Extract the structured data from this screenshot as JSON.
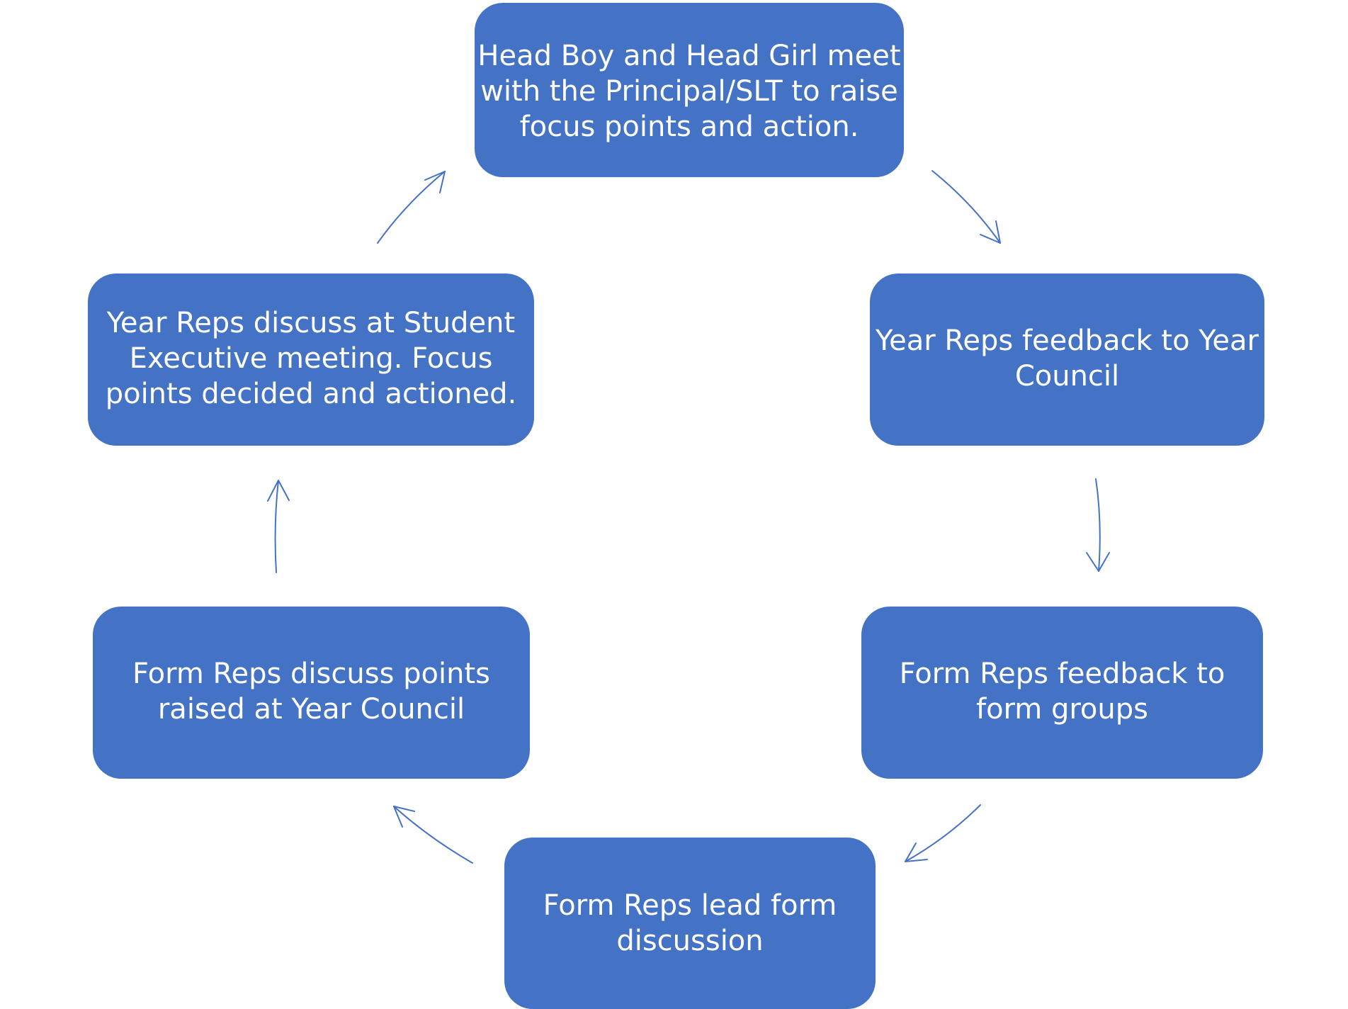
{
  "nodes": {
    "top": [
      "Head Boy and Head Girl meet",
      "with the Principal/SLT to raise",
      "focus points and action."
    ],
    "right_upper": [
      "Year Reps feedback to Year",
      "Council"
    ],
    "right_lower": [
      "Form Reps feedback to",
      "form groups"
    ],
    "bottom": [
      "Form Reps lead form",
      "discussion"
    ],
    "left_lower": [
      "Form Reps discuss points",
      "raised at Year Council"
    ],
    "left_upper": [
      "Year Reps discuss at Student",
      "Executive meeting.  Focus",
      "points decided and actioned."
    ]
  },
  "colors": {
    "node_fill": "#4472c4",
    "node_text": "#ffffff",
    "arrow": "#4472c4"
  }
}
